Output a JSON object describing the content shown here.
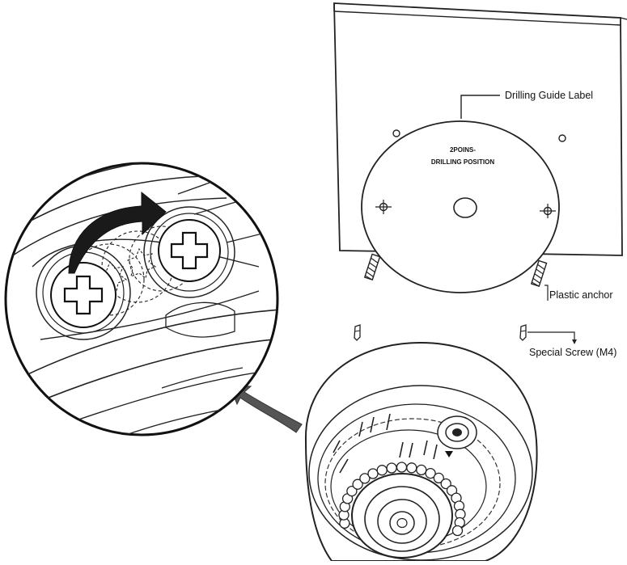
{
  "diagram": {
    "labels": {
      "drilling_guide_label": "Drilling Guide Label",
      "template_line1": "2POINS-",
      "template_line2": "DRILLING POSITION",
      "plastic_anchor": "Plastic anchor",
      "special_screw": "Special Screw (M4)"
    }
  }
}
